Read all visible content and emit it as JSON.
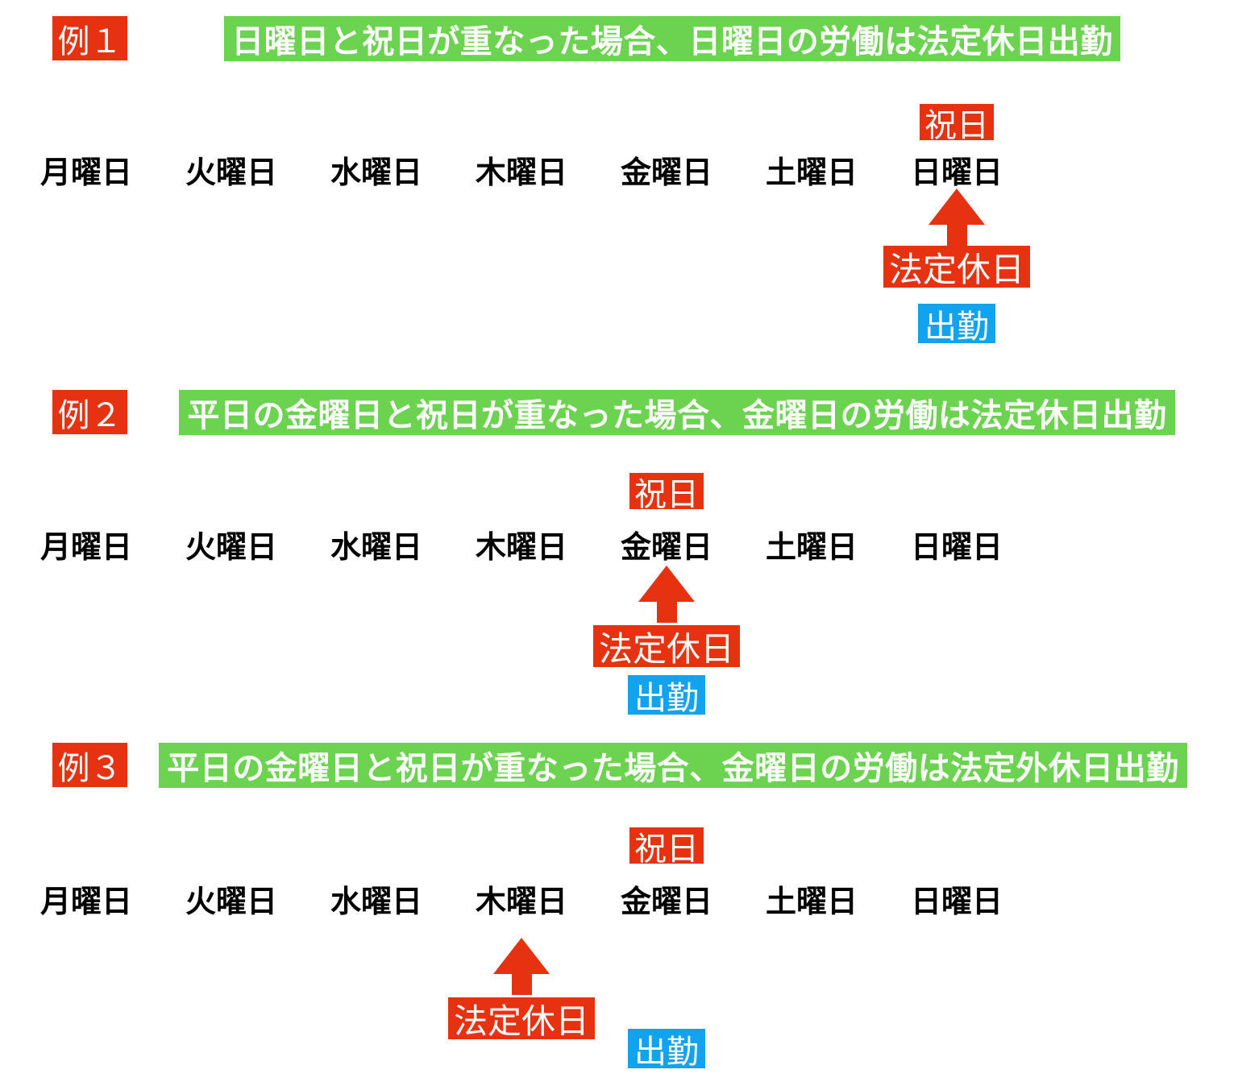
{
  "colors": {
    "red": "#e73212",
    "green": "#6bd34f",
    "blue": "#12a2ee",
    "text": "#000000",
    "white": "#ffffff"
  },
  "weekdays": [
    "月曜日",
    "火曜日",
    "水曜日",
    "木曜日",
    "金曜日",
    "土曜日",
    "日曜日"
  ],
  "labels": {
    "holiday": "祝日",
    "statutory_holiday": "法定休日",
    "work": "出勤"
  },
  "sections": [
    {
      "example_label": "例１",
      "banner": "日曜日と祝日が重なった場合、日曜日の労働は法定休日出勤",
      "holiday_over_day": "日曜日",
      "statutory_holiday_day": "日曜日",
      "work_day": "日曜日"
    },
    {
      "example_label": "例２",
      "banner": "平日の金曜日と祝日が重なった場合、金曜日の労働は法定休日出勤",
      "holiday_over_day": "金曜日",
      "statutory_holiday_day": "金曜日",
      "work_day": "金曜日"
    },
    {
      "example_label": "例３",
      "banner": "平日の金曜日と祝日が重なった場合、金曜日の労働は法定外休日出勤",
      "holiday_over_day": "金曜日",
      "statutory_holiday_day": "木曜日",
      "work_day": "金曜日"
    }
  ]
}
